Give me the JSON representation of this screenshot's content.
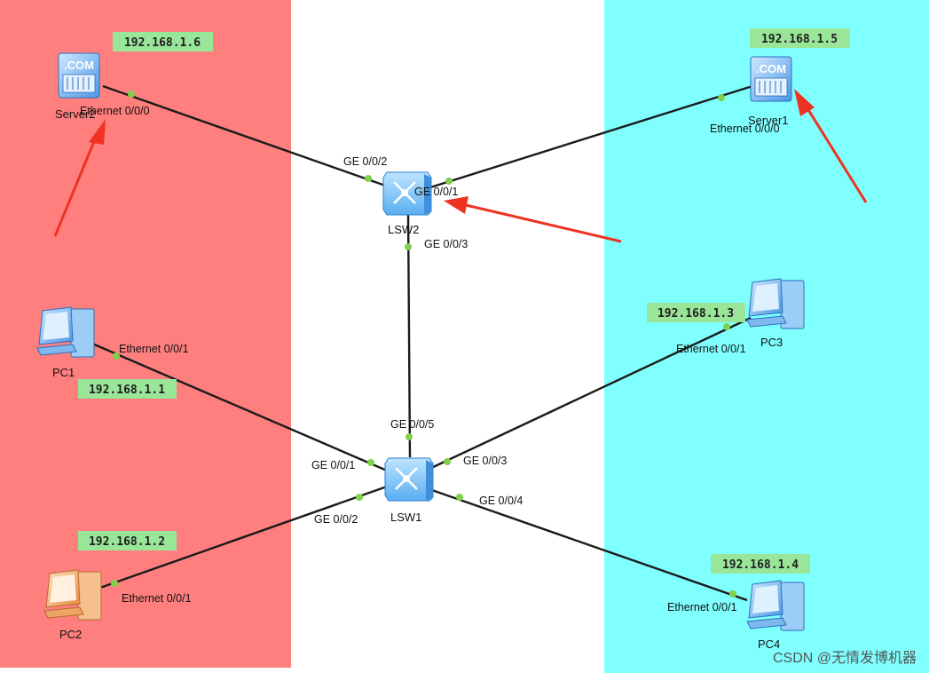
{
  "zones": {
    "left_color": "#ff7f7f",
    "middle_color": "#ffffff",
    "right_color": "#80ffff"
  },
  "devices": {
    "server2": {
      "name": "Server2",
      "ip": "192.168.1.6",
      "icon": "server-icon",
      "badge": ".COM"
    },
    "server1": {
      "name": "Server1",
      "ip": "192.168.1.5",
      "icon": "server-icon",
      "badge": ".COM"
    },
    "lsw2": {
      "name": "LSW2",
      "icon": "switch-icon"
    },
    "lsw1": {
      "name": "LSW1",
      "icon": "switch-icon"
    },
    "pc1": {
      "name": "PC1",
      "ip": "192.168.1.1",
      "icon": "pc-icon"
    },
    "pc2": {
      "name": "PC2",
      "ip": "192.168.1.2",
      "icon": "pc-icon"
    },
    "pc3": {
      "name": "PC3",
      "ip": "192.168.1.3",
      "icon": "pc-icon"
    },
    "pc4": {
      "name": "PC4",
      "ip": "192.168.1.4",
      "icon": "pc-icon"
    }
  },
  "ports": {
    "server2_eth": "Ethernet 0/0/0",
    "server1_eth": "Ethernet 0/0/0",
    "lsw2_ge2": "GE 0/0/2",
    "lsw2_ge1": "GE 0/0/1",
    "lsw2_ge3": "GE 0/0/3",
    "lsw1_ge5": "GE 0/0/5",
    "lsw1_ge1": "GE 0/0/1",
    "lsw1_ge2": "GE 0/0/2",
    "lsw1_ge3": "GE 0/0/3",
    "lsw1_ge4": "GE 0/0/4",
    "pc1_eth": "Ethernet 0/0/1",
    "pc2_eth": "Ethernet 0/0/1",
    "pc3_eth": "Ethernet 0/0/1",
    "pc4_eth": "Ethernet 0/0/1"
  },
  "colors": {
    "link": "#1a1a1a",
    "port_dot": "#7fd04a",
    "ip_label_bg": "#99e699",
    "arrow": "#ee3322",
    "device_blue": "#5aa8f0",
    "device_orange": "#f0a060"
  },
  "watermark": "CSDN @无情发博机器"
}
